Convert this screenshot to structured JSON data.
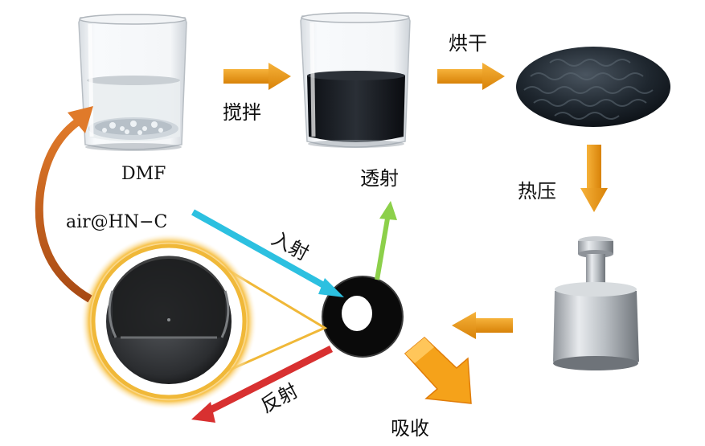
{
  "labels": {
    "dmf": "DMF",
    "stir": "搅拌",
    "dry": "烘干",
    "hot_press": "热压",
    "transmission": "透射",
    "incident": "入射",
    "air_hnc": "air@HN−C",
    "reflection": "反射",
    "absorption": "吸收"
  },
  "colors": {
    "process_arrow": "#e8940f",
    "incident_arrow": "#2cc0e0",
    "transmission_arrow": "#8cd04a",
    "reflection_arrow": "#d83030",
    "absorption_arrow": "#f5a21a",
    "cycle_arrow": "#c8661e",
    "sphere_ring": "#f0b838",
    "ring_sample": "#111111"
  }
}
